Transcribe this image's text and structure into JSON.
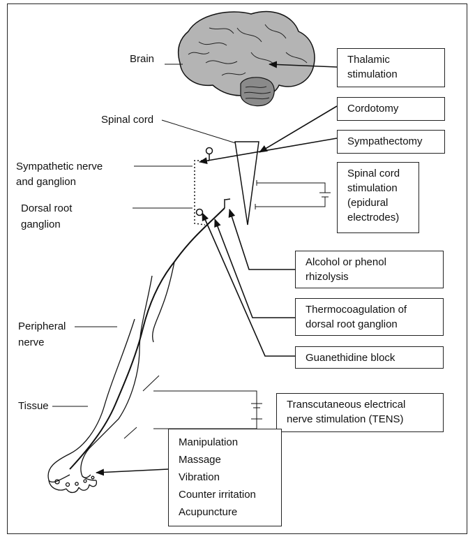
{
  "labels": {
    "brain": "Brain",
    "spinal_cord": "Spinal cord",
    "sympathetic": [
      "Sympathetic  nerve",
      "and ganglion"
    ],
    "dorsal_root": [
      "Dorsal root",
      "ganglion"
    ],
    "peripheral": [
      "Peripheral",
      "nerve"
    ],
    "tissue": "Tissue"
  },
  "boxes": {
    "thalamic": [
      "Thalamic",
      "stimulation"
    ],
    "cordotomy": [
      "Cordotomy"
    ],
    "sympathectomy": [
      "Sympathectomy"
    ],
    "spinal_stim": [
      "Spinal cord",
      "stimulation",
      "(epidural",
      "electrodes)"
    ],
    "alcohol": [
      "Alcohol or phenol",
      "rhizolysis"
    ],
    "thermo": [
      "Thermocoagulation of",
      "dorsal root ganglion"
    ],
    "guanethidine": [
      "Guanethidine block"
    ],
    "tens": [
      "Transcutaneous electrical",
      "nerve stimulation (TENS)"
    ],
    "manipulation": [
      "Manipulation",
      "Massage",
      "Vibration",
      "Counter irritation",
      "Acupuncture"
    ]
  },
  "colors": {
    "brain_fill": "#b4b4b4",
    "line": "#111111"
  }
}
